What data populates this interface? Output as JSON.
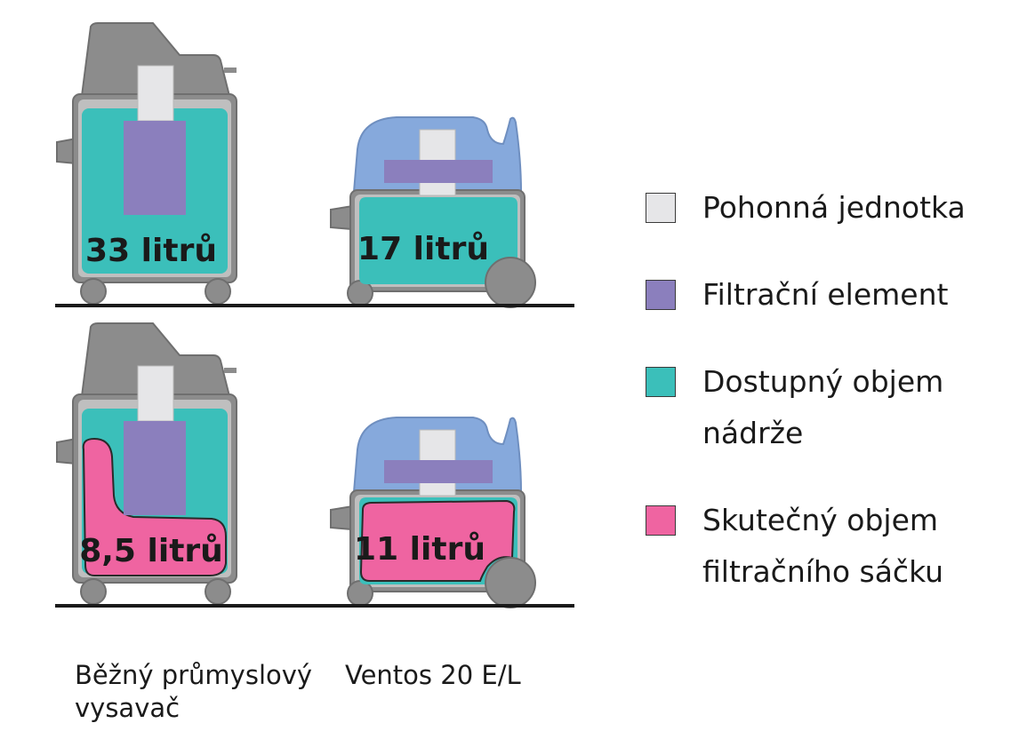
{
  "colors": {
    "drive_unit": "#e6e6e8",
    "filter_element": "#8b7fbd",
    "tank_volume": "#3bbfba",
    "bag_volume": "#ef64a1",
    "body_gray": "#8c8c8c",
    "ventos_blue": "#86a9dc",
    "floor": "#1a1a1a"
  },
  "diagram": {
    "top_row": {
      "industrial_label": "33 litrů",
      "ventos_label": "17 litrů"
    },
    "bottom_row": {
      "industrial_label": "8,5 litrů",
      "ventos_label": "11 litrů"
    }
  },
  "legend": [
    {
      "label": "Pohonná jednotka",
      "color": "#e6e6e8"
    },
    {
      "label": "Filtrační element",
      "color": "#8b7fbd"
    },
    {
      "label": "Dostupný objem nádrže",
      "color": "#3bbfba"
    },
    {
      "label": "Skutečný objem filtračního sáčku",
      "color": "#ef64a1"
    }
  ],
  "captions": {
    "industrial": "Běžný průmyslový vysavač",
    "ventos": "Ventos 20 E/L"
  }
}
